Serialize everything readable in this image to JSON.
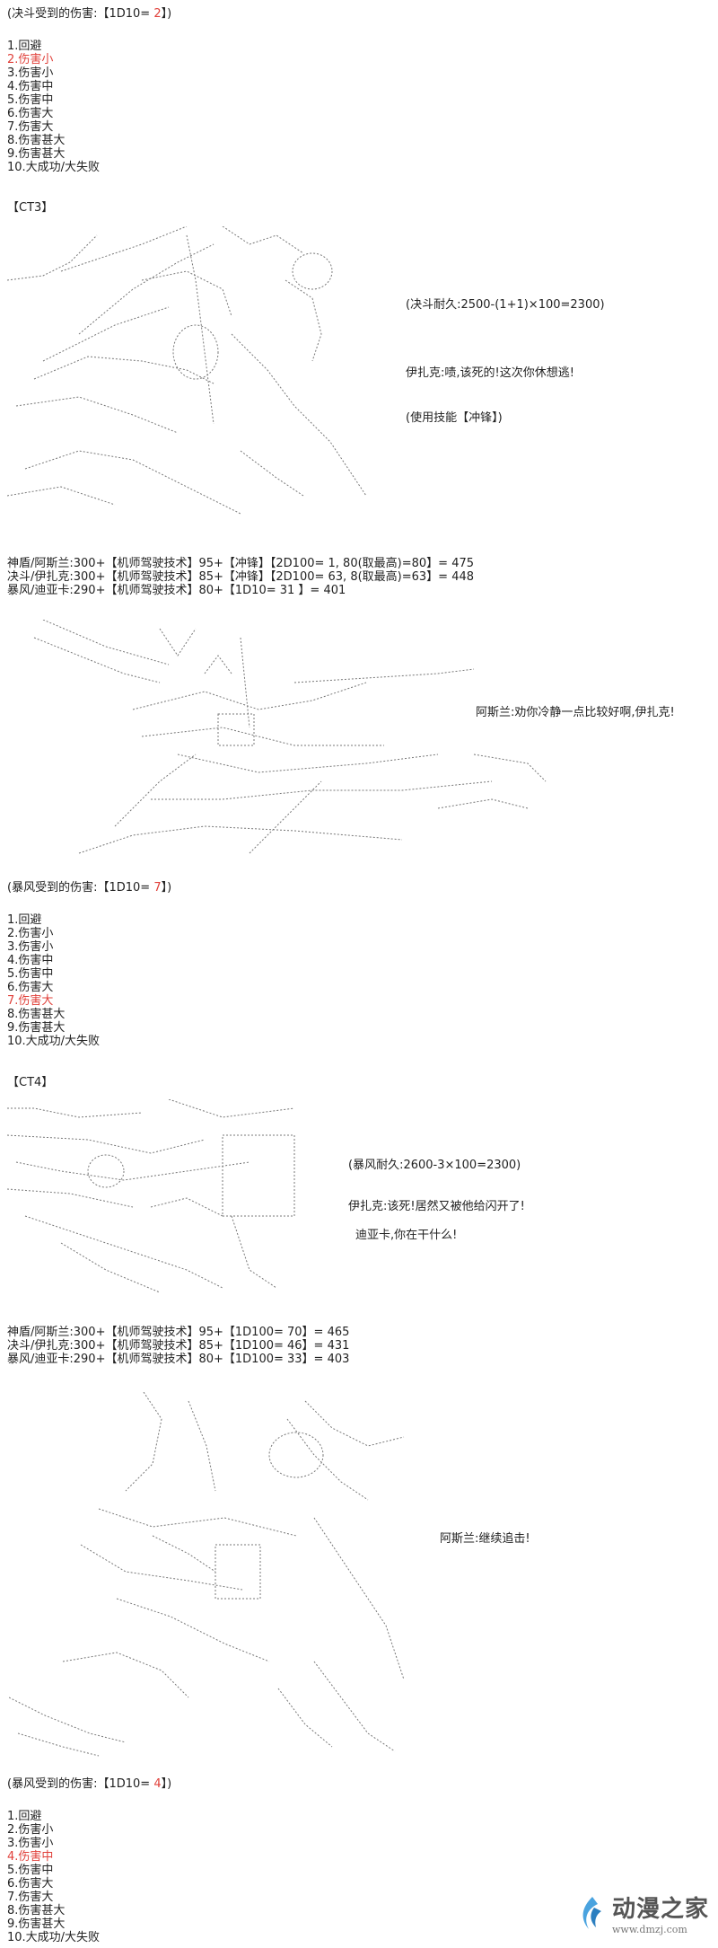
{
  "sections": {
    "s1": {
      "roll_prefix": "(决斗受到的伤害:【1D10= ",
      "roll_value": "2",
      "roll_suffix": "】)",
      "selected": 2
    },
    "s2": {
      "roll_prefix": "(暴风受到的伤害:【1D10= ",
      "roll_value": "7",
      "roll_suffix": "】)",
      "selected": 7
    },
    "s3": {
      "roll_prefix": "(暴风受到的伤害:【1D10= ",
      "roll_value": "4",
      "roll_suffix": "】)",
      "selected": 4
    }
  },
  "damage_list": [
    "1.回避",
    "2.伤害小",
    "3.伤害小",
    "4.伤害中",
    "5.伤害中",
    "6.伤害大",
    "7.伤害大",
    "8.伤害甚大",
    "9.伤害甚大",
    "10.大成功/大失败"
  ],
  "ct3": {
    "label": "【CT3】",
    "durability": "(决斗耐久:2500-(1+1)×100=2300)",
    "quote": "伊扎克:啧,该死的!这次你休想逃!",
    "skill": "(使用技能【冲锋】)"
  },
  "rolls1": [
    "神盾/阿斯兰:300+【机师驾驶技术】95+【冲锋】【2D100= 1, 80(取最高)=80】= 475",
    "决斗/伊扎克:300+【机师驾驶技术】85+【冲锋】【2D100= 63, 8(取最高)=63】= 448",
    "暴风/迪亚卡:290+【机师驾驶技术】80+【1D10= 31 】= 401"
  ],
  "quote_athrun1": "阿斯兰:劝你冷静一点比较好啊,伊扎克!",
  "ct4": {
    "label": "【CT4】",
    "durability": "(暴风耐久:2600-3×100=2300)",
    "quote_yzak": "伊扎克:该死!居然又被他给闪开了!",
    "quote_dearka": "迪亚卡,你在干什么!"
  },
  "rolls2": [
    "神盾/阿斯兰:300+【机师驾驶技术】95+【1D100= 70】= 465",
    "决斗/伊扎克:300+【机师驾驶技术】85+【1D100= 46】= 431",
    "暴风/迪亚卡:290+【机师驾驶技术】80+【1D100= 33】= 403"
  ],
  "quote_athrun2": "阿斯兰:继续追击!",
  "watermark": {
    "brand": "动漫之家",
    "url": "www.dmzj.com"
  },
  "colors": {
    "highlight": "#e0403a",
    "text": "#222222",
    "art": "#555555"
  }
}
